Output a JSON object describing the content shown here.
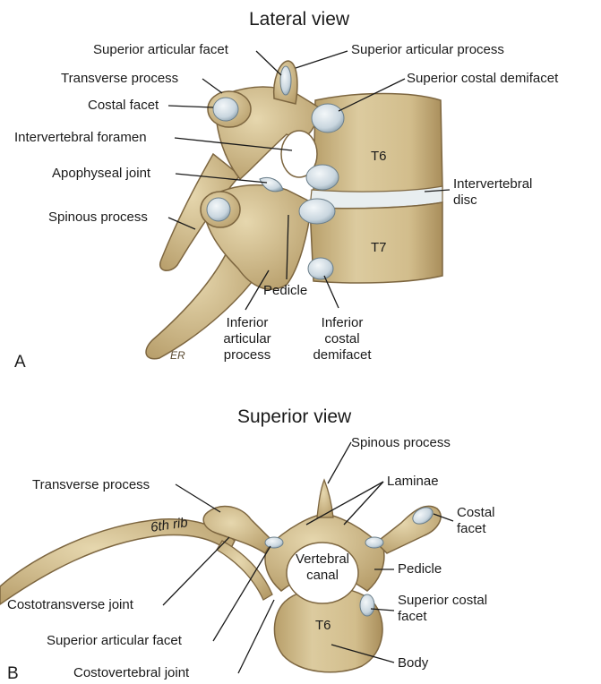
{
  "lateral": {
    "title": "Lateral view",
    "panel": "A",
    "vertebra_upper": "T6",
    "vertebra_lower": "T7",
    "signature": "ER",
    "labels": {
      "superior_articular_facet": "Superior articular facet",
      "superior_articular_process": "Superior articular process",
      "transverse_process": "Transverse process",
      "superior_costal_demifacet": "Superior costal demifacet",
      "costal_facet": "Costal facet",
      "intervertebral_foramen": "Intervertebral foramen",
      "apophyseal_joint": "Apophyseal joint",
      "intervertebral_disc_1": "Intervertebral",
      "intervertebral_disc_2": "disc",
      "spinous_process": "Spinous process",
      "pedicle": "Pedicle",
      "inferior_articular_process_1": "Inferior",
      "inferior_articular_process_2": "articular",
      "inferior_articular_process_3": "process",
      "inferior_costal_demifacet_1": "Inferior",
      "inferior_costal_demifacet_2": "costal",
      "inferior_costal_demifacet_3": "demifacet"
    }
  },
  "superior": {
    "title": "Superior view",
    "panel": "B",
    "rib_label": "6th rib",
    "vertebral_canal_1": "Vertebral",
    "vertebral_canal_2": "canal",
    "body_label": "T6",
    "labels": {
      "spinous_process": "Spinous process",
      "laminae": "Laminae",
      "transverse_process": "Transverse process",
      "costal_facet_1": "Costal",
      "costal_facet_2": "facet",
      "pedicle": "Pedicle",
      "costotransverse_joint": "Costotransverse joint",
      "superior_costal_facet_1": "Superior costal",
      "superior_costal_facet_2": "facet",
      "superior_articular_facet": "Superior articular facet",
      "body": "Body",
      "costovertebral_joint": "Costovertebral joint"
    }
  },
  "colors": {
    "bone": "#d9c79b",
    "bone_shade": "#b59c68",
    "bone_dark": "#8a7146",
    "cartilage": "#d6e2ea",
    "disc": "#e8eef0",
    "leader": "#1a1a1a"
  }
}
